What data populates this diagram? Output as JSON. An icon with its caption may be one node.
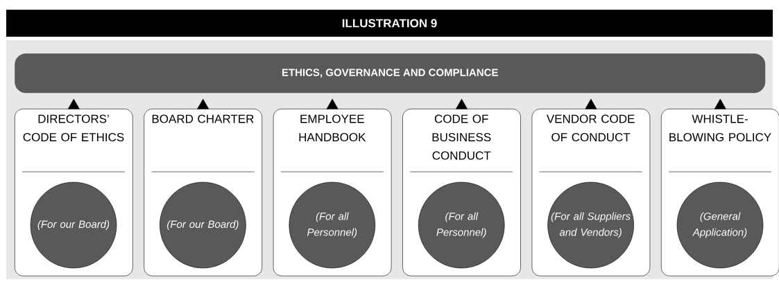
{
  "diagram": {
    "title": "ILLUSTRATION 9",
    "nodes": [
      {
        "text": [
          "ETHICS, GOVERNANCE AND COMPLIANCE"
        ]
      },
      {
        "text": [
          "DIRECTORS’ CODE OF ETHICS"
        ]
      },
      {
        "text": [
          "(For our Board)"
        ],
        "in": 1
      },
      {
        "text": [
          "BOARD CHARTER"
        ]
      },
      {
        "text": [
          "(For our Board)"
        ],
        "in": 3
      },
      {
        "text": [
          "EMPLOYEE HANDBOOK"
        ]
      },
      {
        "text": [
          "(For all Personnel)"
        ],
        "in": 5
      },
      {
        "text": [
          "CODE OF BUSINESS CONDUCT"
        ]
      },
      {
        "text": [
          "(For all Personnel)"
        ],
        "in": 7
      },
      {
        "text": [
          "VENDOR CODE OF CONDUCT"
        ]
      },
      {
        "text": [
          "(For all Suppliers and Vendors)"
        ],
        "in": 9
      },
      {
        "text": [
          "WHISTLE- BLOWING POLICY"
        ]
      },
      {
        "text": [
          "(General Application)"
        ],
        "in": 11
      }
    ],
    "edges": [
      {
        "from": 1,
        "to": 0,
        "arrow": "to"
      },
      {
        "from": 3,
        "to": 0,
        "arrow": "to"
      },
      {
        "from": 5,
        "to": 0,
        "arrow": "to"
      },
      {
        "from": 7,
        "to": 0,
        "arrow": "to"
      },
      {
        "from": 9,
        "to": 0,
        "arrow": "to"
      },
      {
        "from": 11,
        "to": 0,
        "arrow": "to"
      }
    ]
  }
}
